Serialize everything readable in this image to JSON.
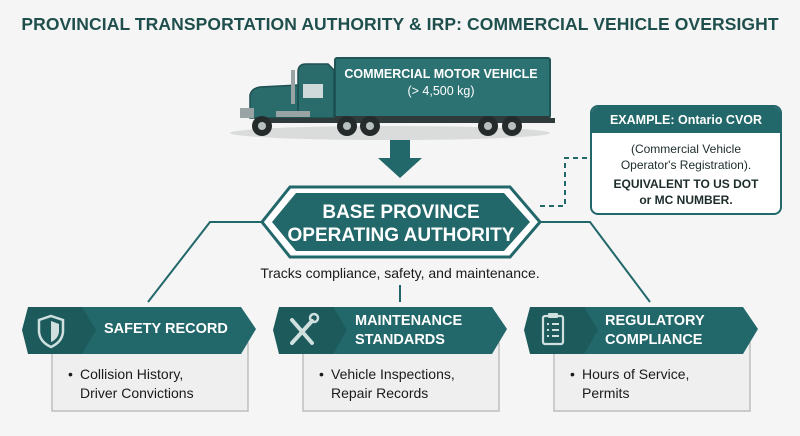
{
  "title": "PROVINCIAL TRANSPORTATION AUTHORITY & IRP: COMMERCIAL VEHICLE OVERSIGHT",
  "truck": {
    "label_line1": "COMMERCIAL MOTOR VEHICLE",
    "label_line2": "(> 4,500 kg)"
  },
  "example": {
    "heading": "EXAMPLE: Ontario CVOR",
    "line1": "(Commercial Vehicle",
    "line2": "Operator's Registration).",
    "strong1": "EQUIVALENT TO US DOT",
    "strong2": "or MC NUMBER."
  },
  "base_authority": {
    "line1": "BASE PROVINCE",
    "line2": "OPERATING AUTHORITY"
  },
  "tagline": "Tracks compliance, safety, and maintenance.",
  "cards": [
    {
      "title_line1": "SAFETY RECORD",
      "title_line2": "",
      "icon": "shield-icon",
      "body_line1": "Collision History,",
      "body_line2": "Driver Convictions"
    },
    {
      "title_line1": "MAINTENANCE",
      "title_line2": "STANDARDS",
      "icon": "wrench-screwdriver-icon",
      "body_line1": "Vehicle Inspections,",
      "body_line2": "Repair Records"
    },
    {
      "title_line1": "REGULATORY",
      "title_line2": "COMPLIANCE",
      "icon": "clipboard-checklist-icon",
      "body_line1": "Hours of Service,",
      "body_line2": "Permits"
    }
  ],
  "colors": {
    "primary": "#22676a",
    "dark_title": "#1f4f4c",
    "card_body_bg": "#eeefee",
    "card_border": "#bdbfbd",
    "truck_cab": "#2a6b6c"
  }
}
